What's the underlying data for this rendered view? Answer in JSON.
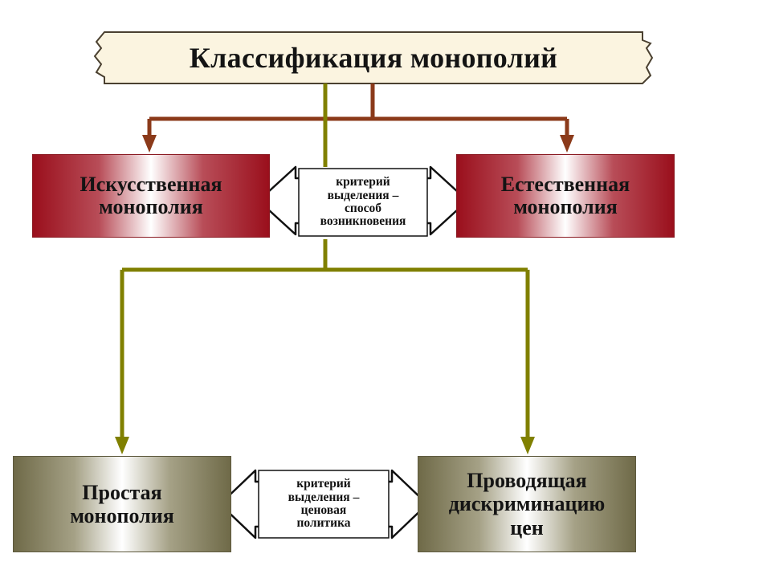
{
  "title": "Классификация монополий",
  "top_level": [
    {
      "lines": [
        "Искусственная",
        "монополия"
      ]
    },
    {
      "lines": [
        "Естественная",
        "монополия"
      ]
    }
  ],
  "top_criterion": {
    "lines": [
      "критерий",
      "выделения –",
      "способ",
      "возникновения"
    ]
  },
  "bottom_level": [
    {
      "lines": [
        "Простая",
        "монополия"
      ]
    },
    {
      "lines": [
        "Проводящая",
        "дискриминацию",
        "цен"
      ]
    }
  ],
  "bottom_criterion": {
    "lines": [
      "критерий",
      "выделения –",
      "ценовая",
      "политика"
    ]
  },
  "colors": {
    "red_connector": "#8b3a1a",
    "olive_connector": "#808000",
    "red_box": "#9a0f1c",
    "olive_box": "#6f6a48",
    "title_fill": "#fbf4e0"
  }
}
